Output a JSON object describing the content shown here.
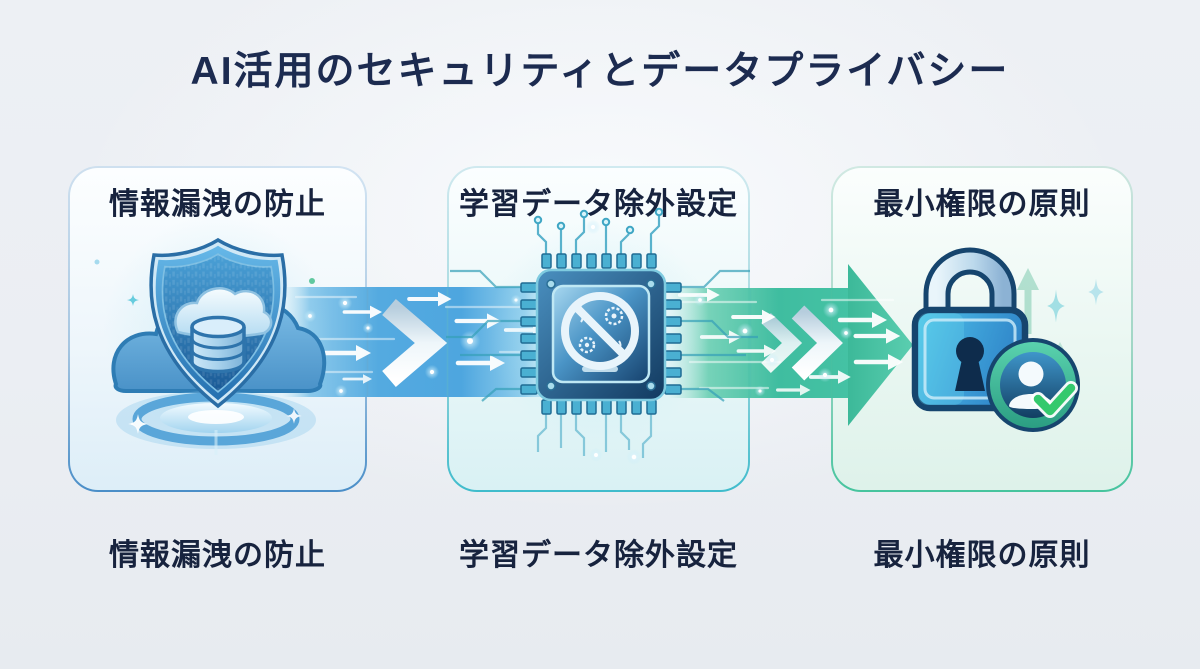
{
  "title": "AI活用のセキュリティとデータプライバシー",
  "steps": [
    {
      "id": "info-leak-prevention",
      "label_top": "情報漏洩の防止",
      "label_bottom": "情報漏洩の防止",
      "icon": "shield-cloud-database-icon",
      "accent": "#4a8ec8"
    },
    {
      "id": "training-data-exclusion",
      "label_top": "学習データ除外設定",
      "label_bottom": "学習データ除外設定",
      "icon": "ai-chip-prohibited-icon",
      "accent": "#3fbccc"
    },
    {
      "id": "least-privilege",
      "label_top": "最小権限の原則",
      "label_bottom": "最小権限の原則",
      "icon": "padlock-user-check-icon",
      "accent": "#46c49e"
    }
  ],
  "arrows": [
    {
      "id": "flow-arrow-1",
      "direction": "right",
      "style": "blue-data-stream",
      "color": "#4da6e0"
    },
    {
      "id": "flow-arrow-2",
      "direction": "right",
      "style": "teal-data-stream",
      "color": "#3fbda0"
    }
  ],
  "colors": {
    "background": "#eceff3",
    "title_text": "#1c2b50",
    "label_text": "#17233e"
  }
}
